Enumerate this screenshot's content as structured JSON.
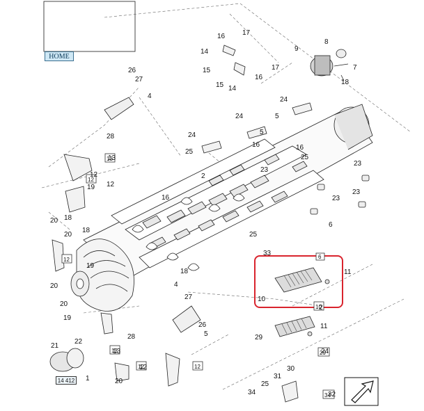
{
  "nav": {
    "home_label": "HOME"
  },
  "reference_code": "14 412",
  "highlight_color": "#d9232d",
  "icons": {
    "next_page": "arrow-next-icon"
  },
  "callouts": [
    "16",
    "17",
    "14",
    "15",
    "17",
    "15",
    "14",
    "16",
    "26",
    "27",
    "4",
    "28",
    "13",
    "12",
    "18",
    "20",
    "18",
    "20",
    "12",
    "19",
    "20",
    "20",
    "19",
    "21",
    "22",
    "13",
    "28",
    "12",
    "20",
    "1",
    "24",
    "5",
    "24",
    "5",
    "16",
    "16",
    "25",
    "24",
    "25",
    "23",
    "23",
    "23",
    "23",
    "6",
    "16",
    "25",
    "33",
    "18",
    "4",
    "27",
    "26",
    "5",
    "2",
    "11",
    "10",
    "2",
    "11",
    "29",
    "24",
    "30",
    "31",
    "25",
    "34",
    "32",
    "8",
    "9",
    "7",
    "18",
    "19"
  ]
}
